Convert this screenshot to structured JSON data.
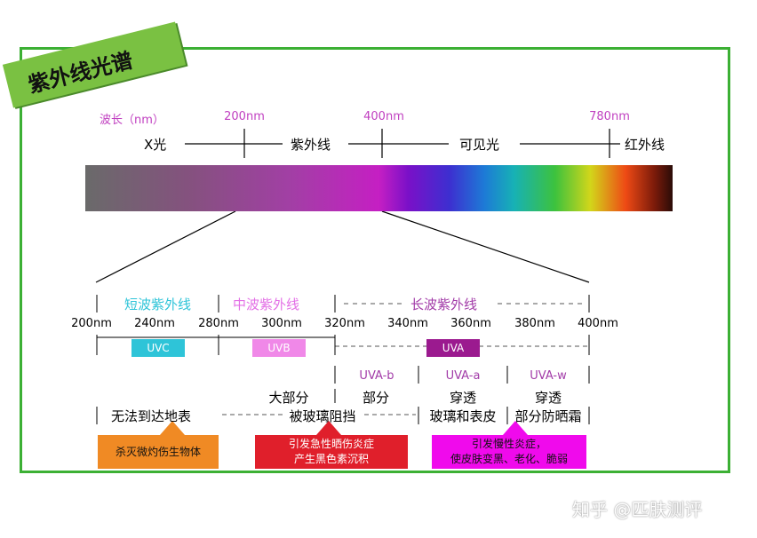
{
  "title": "紫外线光谱",
  "wavelength_label": "波长（nm）",
  "top_ticks": [
    "200nm",
    "400nm",
    "780nm"
  ],
  "top_bands": [
    "X光",
    "紫外线",
    "可见光",
    "红外线"
  ],
  "sub_bands": {
    "short": "短波紫外线",
    "mid": "中波紫外线",
    "long": "长波紫外线"
  },
  "scale_ticks": [
    "200nm",
    "240nm",
    "280nm",
    "300nm",
    "320nm",
    "340nm",
    "360nm",
    "380nm",
    "400nm"
  ],
  "uv_types": [
    {
      "label": "UVC",
      "color": "#2ec4d8"
    },
    {
      "label": "UVB",
      "color": "#f088e8"
    },
    {
      "label": "UVA",
      "color": "#9b1a8f"
    }
  ],
  "uva_sub": [
    "UVA-b",
    "UVA-a",
    "UVA-w"
  ],
  "effects": {
    "uvc": "无法到达地表",
    "uvb_line1": "大部分",
    "uvb_line2": "被玻璃阻挡",
    "uva_b_line1": "部分",
    "uva_a_line1": "穿透",
    "uva_a_line2": "玻璃和表皮",
    "uva_w_line1": "穿透",
    "uva_w_line2": "部分防晒霜"
  },
  "harm_boxes": [
    {
      "line1": "杀灭微灼伤生物体",
      "line2": "",
      "color": "#f08a24"
    },
    {
      "line1": "引发急性晒伤炎症",
      "line2": "产生黑色素沉积",
      "color": "#e01f2b"
    },
    {
      "line1": "引发慢性炎症，",
      "line2": "使皮肤变黑、老化、脆弱",
      "color": "#f00aec"
    }
  ],
  "watermark": "知乎 @匹肤测评"
}
